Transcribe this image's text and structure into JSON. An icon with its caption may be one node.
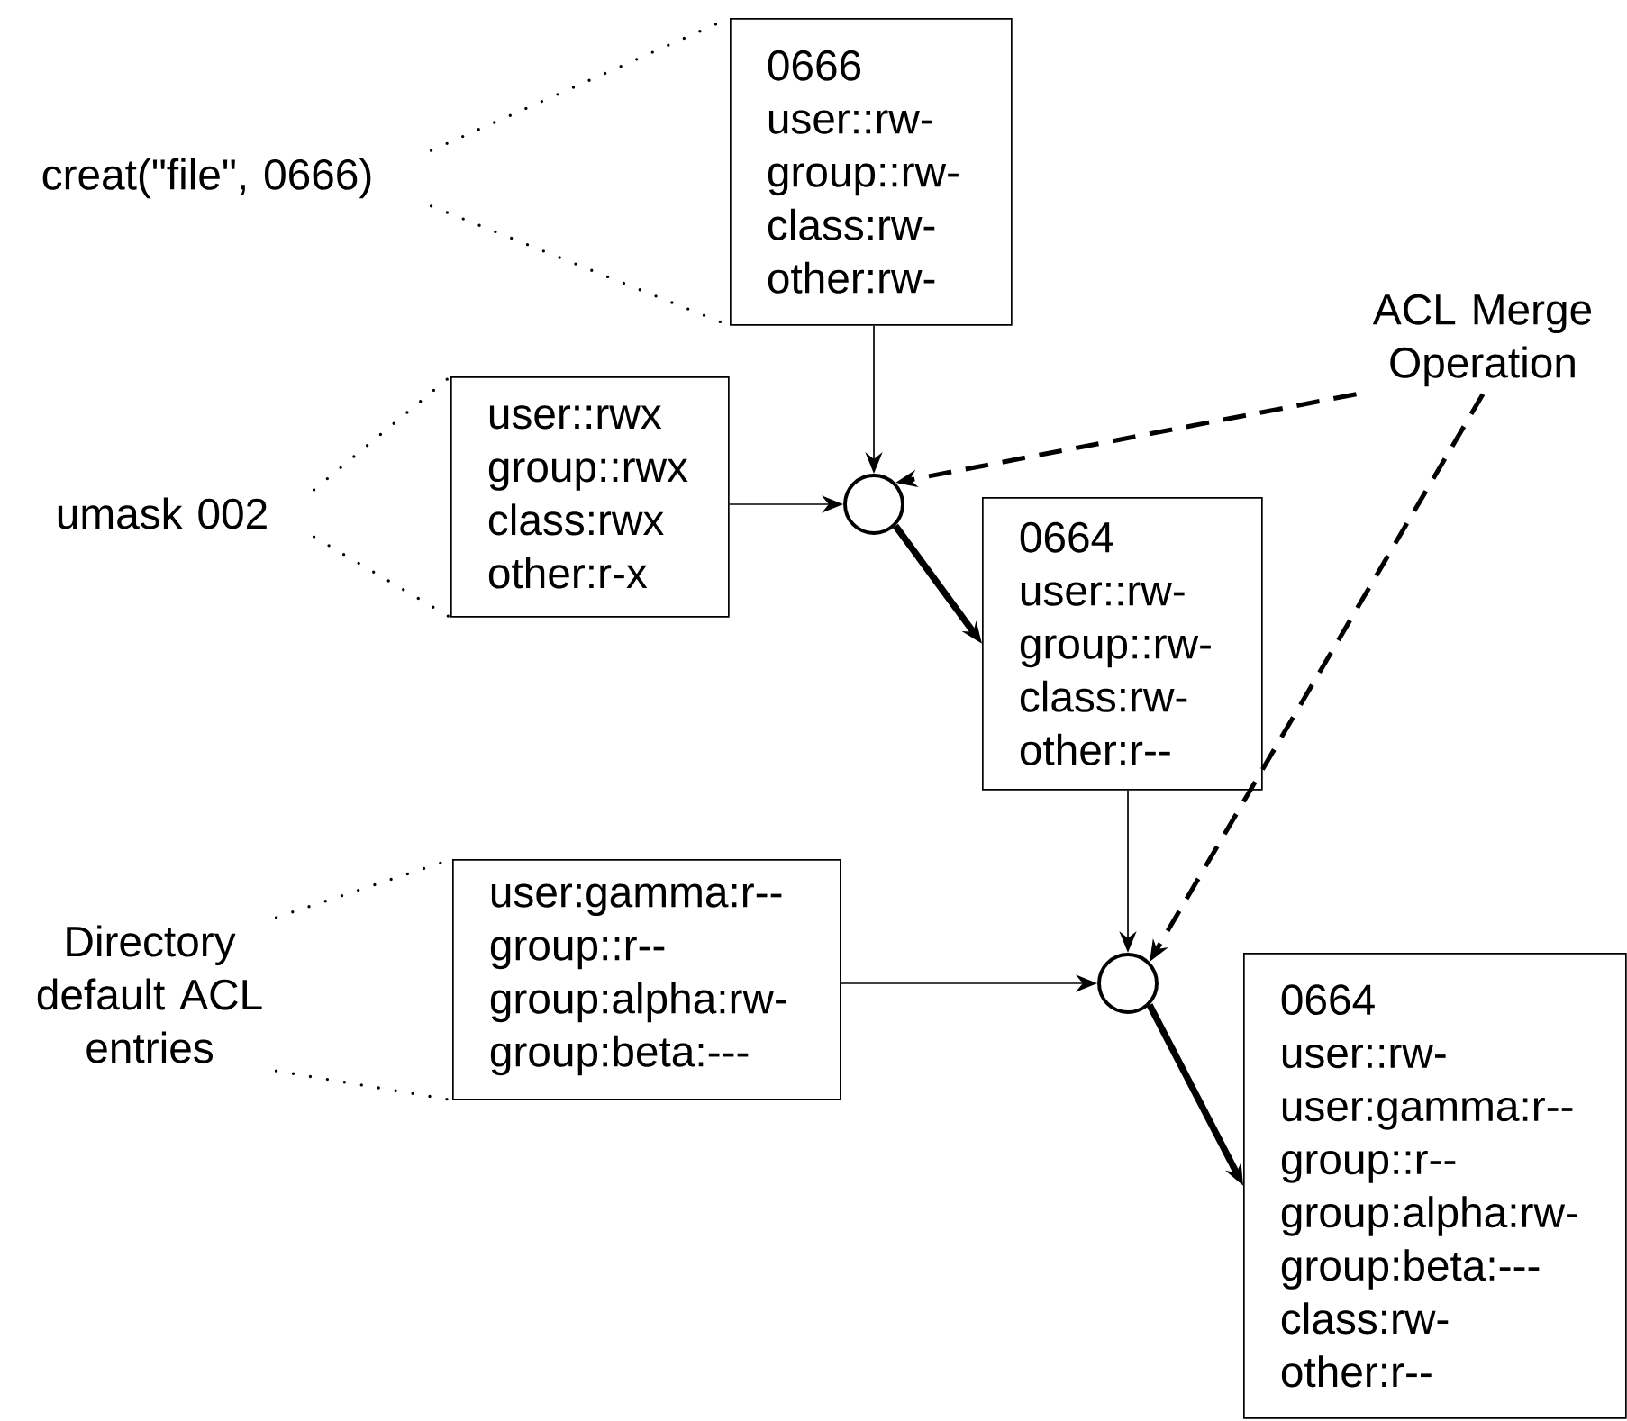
{
  "diagram": {
    "nodes": [
      {
        "text": [
          "creat(\"file\", 0666)"
        ]
      },
      {
        "text": [
          "0666",
          "user::rw-",
          "group::rw-",
          "class:rw-",
          "other:rw-"
        ]
      },
      {
        "text": [
          "umask 002"
        ]
      },
      {
        "text": [
          "user::rwx",
          "group::rwx",
          "class:rwx",
          "other:r-x"
        ]
      },
      {
        "text": [],
        "shape": "circle"
      },
      {
        "text": [
          "0664",
          "user::rw-",
          "group::rw-",
          "class:rw-",
          "other:r--"
        ]
      },
      {
        "text": [
          "ACL Merge Operation"
        ]
      },
      {
        "text": [
          "Directory default ACL entries"
        ]
      },
      {
        "text": [
          "user:gamma:r--",
          "group::r--",
          "group:alpha:rw-",
          "group:beta:---"
        ]
      },
      {
        "text": [],
        "shape": "circle"
      },
      {
        "text": [
          "0664",
          "user::rw-",
          "user:gamma:r--",
          "group::r--",
          "group:alpha:rw-",
          "group:beta:---",
          "class:rw-",
          "other:r--"
        ]
      }
    ],
    "edges": [
      {
        "from": 0,
        "to": 1,
        "arrow": "none",
        "style": "dashed"
      },
      {
        "from": 0,
        "to": 1,
        "arrow": "none",
        "style": "dashed"
      },
      {
        "from": 2,
        "to": 3,
        "arrow": "none",
        "style": "dashed"
      },
      {
        "from": 2,
        "to": 3,
        "arrow": "none",
        "style": "dashed"
      },
      {
        "from": 1,
        "to": 4,
        "arrow": "to"
      },
      {
        "from": 3,
        "to": 4,
        "arrow": "to"
      },
      {
        "from": 4,
        "to": 5,
        "arrow": "to",
        "style": "thick"
      },
      {
        "from": 6,
        "to": 4,
        "arrow": "to",
        "style": "dashed"
      },
      {
        "from": 7,
        "to": 8,
        "arrow": "none",
        "style": "dashed"
      },
      {
        "from": 7,
        "to": 8,
        "arrow": "none",
        "style": "dashed"
      },
      {
        "from": 5,
        "to": 9,
        "arrow": "to"
      },
      {
        "from": 8,
        "to": 9,
        "arrow": "to"
      },
      {
        "from": 9,
        "to": 10,
        "arrow": "to",
        "style": "thick"
      },
      {
        "from": 6,
        "to": 9,
        "arrow": "to",
        "style": "dashed"
      }
    ]
  }
}
